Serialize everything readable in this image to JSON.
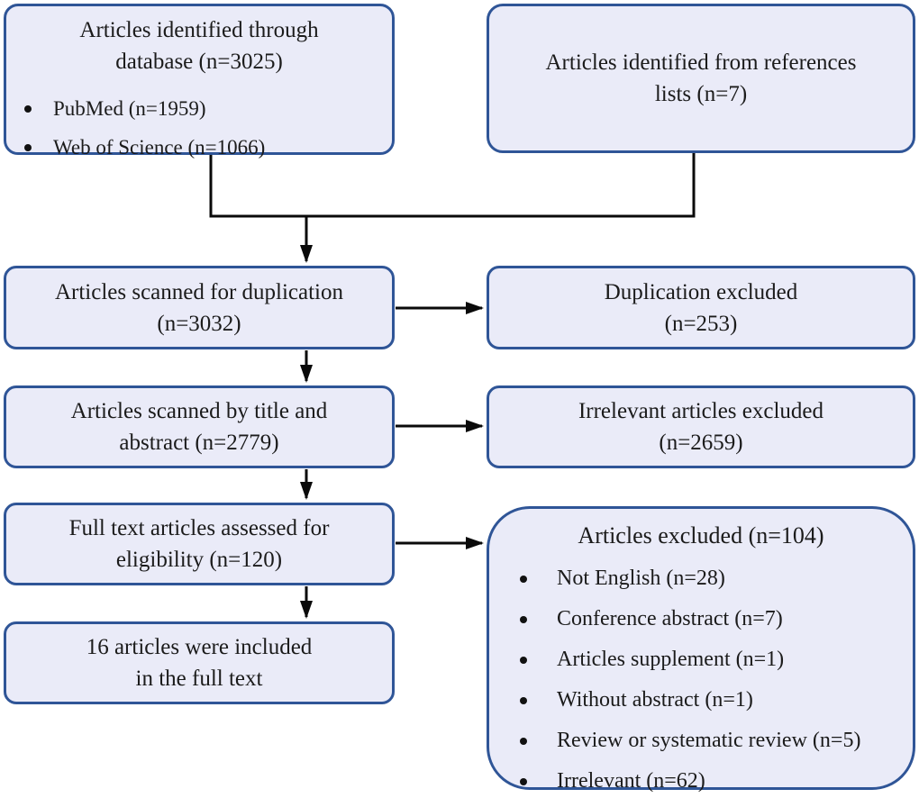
{
  "diagram": {
    "row_identification": {
      "database_box": {
        "line1": "Articles identified through",
        "line2": "database (n=3025)",
        "bullets": [
          "PubMed (n=1959)",
          "Web of Science (n=1066)"
        ]
      },
      "references_box": {
        "line1": "Articles identified from references",
        "line2": "lists (n=7)"
      }
    },
    "row_duplication": {
      "scanned_box": {
        "line1": "Articles scanned for duplication",
        "line2": "(n=3032)"
      },
      "excluded_box": {
        "line1": "Duplication excluded",
        "line2": "(n=253)"
      }
    },
    "row_title_abstract": {
      "scanned_box": {
        "line1": "Articles scanned by title and",
        "line2": "abstract (n=2779)"
      },
      "excluded_box": {
        "line1": "Irrelevant articles excluded",
        "line2": "(n=2659)"
      }
    },
    "row_full_text": {
      "assessed_box": {
        "line1": "Full text articles assessed for",
        "line2": "eligibility (n=120)"
      },
      "excluded_box": {
        "title": "Articles excluded (n=104)",
        "bullets": [
          "Not English (n=28)",
          "Conference abstract (n=7)",
          "Articles supplement (n=1)",
          "Without abstract (n=1)",
          "Review or systematic review (n=5)",
          "Irrelevant (n=62)"
        ]
      }
    },
    "row_included": {
      "included_box": {
        "line1": "16 articles were included",
        "line2": "in the full text"
      }
    }
  },
  "colors": {
    "box_fill": "#EAEBF8",
    "box_border": "#2F5597",
    "connector": "#000000",
    "text": "#1B1B1B"
  }
}
